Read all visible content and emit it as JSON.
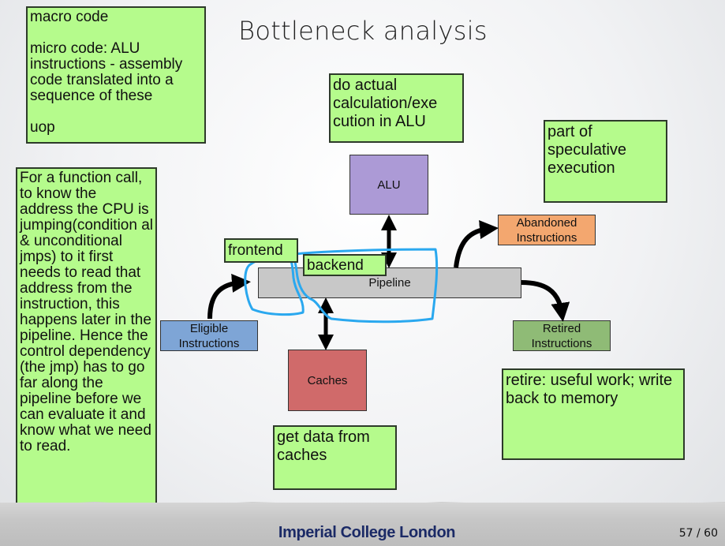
{
  "slide": {
    "title": "Bottleneck analysis",
    "footer_logo": "Imperial College London",
    "page_number": "57 / 60"
  },
  "notes": {
    "macro": "macro code\n\nmicro code: ALU instructions - assembly code translated into a sequence of these\n\nuop",
    "function_call": "For a function call, to know the address the CPU is jumping(condition al & unconditional jmps) to it first needs to read that address from the instruction, this happens later in the pipeline. Hence the control dependency (the jmp) has to go far along the pipeline before we can evaluate it and know what we need to read.",
    "alu": "do actual calculation/exe cution in ALU",
    "speculative": "part of speculative execution",
    "frontend": "frontend",
    "backend": "backend",
    "retire": "retire: useful work; write back to memory",
    "caches": "get data from caches"
  },
  "diagram": {
    "alu": "ALU",
    "pipeline": "Pipeline",
    "caches": "Caches",
    "eligible": "Eligible Instructions",
    "abandoned": "Abandoned Instructions",
    "retired": "Retired Instructions"
  },
  "colors": {
    "note_green": "#b5fb8c",
    "alu": "#ac9ad6",
    "pipeline": "#c8c8c8",
    "caches": "#d06a6a",
    "eligible": "#7ea5d6",
    "abandoned": "#f3a76f",
    "retired": "#8fbb76",
    "annotation_stroke": "#2aa8ef",
    "logo": "#1b2a66"
  }
}
